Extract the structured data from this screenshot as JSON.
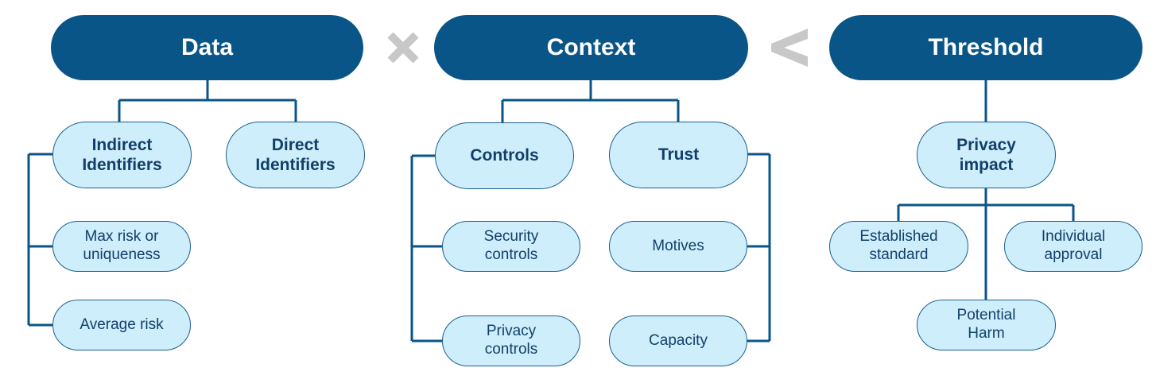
{
  "colors": {
    "header_fill": "#0a5588",
    "pill_fill": "#cfeefb",
    "pill_border": "#1a5f8f",
    "connector": "#0a5588",
    "operator": "#c8c8c8"
  },
  "operators": {
    "times_icon": "multiply-icon",
    "less_than_icon": "less-than-icon"
  },
  "data_group": {
    "title": "Data",
    "indirect": "Indirect\nIdentifiers",
    "direct": "Direct\nIdentifiers",
    "max_risk": "Max risk or\nuniqueness",
    "average_risk": "Average risk"
  },
  "context_group": {
    "title": "Context",
    "controls": "Controls",
    "trust": "Trust",
    "security_controls": "Security\ncontrols",
    "privacy_controls": "Privacy\ncontrols",
    "motives": "Motives",
    "capacity": "Capacity"
  },
  "threshold_group": {
    "title": "Threshold",
    "privacy_impact": "Privacy\nimpact",
    "established_standard": "Established\nstandard",
    "individual_approval": "Individual\napproval",
    "potential_harm": "Potential\nHarm"
  }
}
